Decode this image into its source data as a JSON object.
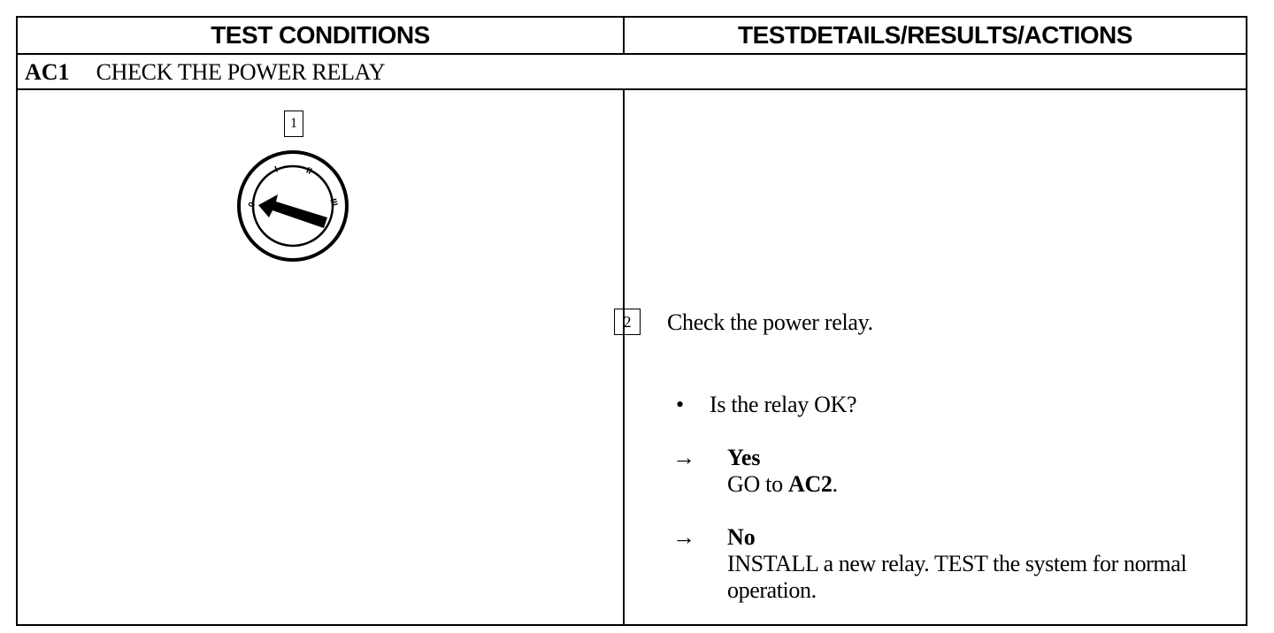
{
  "header": {
    "left": "TEST CONDITIONS",
    "right": "TESTDETAILS/RESULTS/ACTIONS"
  },
  "step": {
    "id": "AC1",
    "title": "CHECK THE POWER RELAY"
  },
  "left_panel": {
    "box_number": "1",
    "ignition_labels": [
      "0",
      "I",
      "II",
      "III"
    ],
    "icon": "ignition-switch-icon"
  },
  "right_panel": {
    "box_number": "2",
    "instruction": "Check the power relay.",
    "bullet": "•",
    "question": "Is the relay OK?",
    "arrow": "→",
    "yes": {
      "label": "Yes",
      "action_prefix": "GO to ",
      "action_target": "AC2",
      "action_suffix": "."
    },
    "no": {
      "label": "No",
      "action": "INSTALL a new relay. TEST the system for normal operation."
    }
  }
}
